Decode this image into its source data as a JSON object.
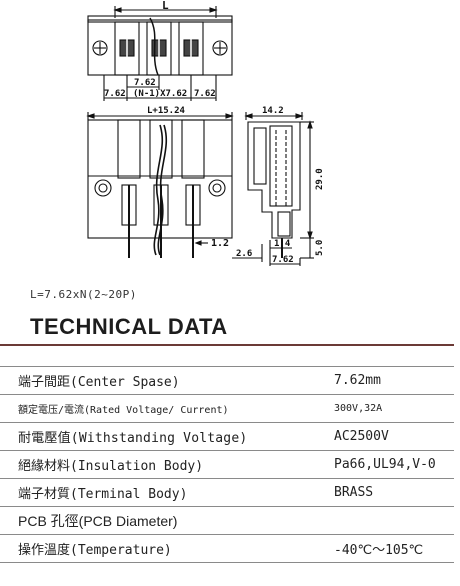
{
  "drawing": {
    "top_view": {
      "width_label": "L",
      "pitch_label": "7.62",
      "span_label": "(N-1)X7.62",
      "left_edge_label": "7.62",
      "right_edge_label": "7.62"
    },
    "front_view": {
      "width_label": "L+15.24",
      "pin_width_label": "1.2"
    },
    "side_view": {
      "depth_label": "14.2",
      "height_label": "29.0",
      "pin_length_label": "5.0",
      "pin_offset_label": "2.6",
      "pin_spacing_label": "1.4",
      "base_label": "7.62"
    }
  },
  "length_note": "L=7.62xN(2~20P)",
  "title": "TECHNICAL DATA",
  "specs": [
    {
      "label": "端子間距(Center Spase)",
      "value": "7.62mm"
    },
    {
      "label": "額定電压/電流(Rated Voltage/ Current)",
      "value": "300V,32A"
    },
    {
      "label": "耐電壓值(Withstanding Voltage)",
      "value": "AC2500V"
    },
    {
      "label": "絕緣材料(Insulation Body)",
      "value": "Pa66,UL94,V-0"
    },
    {
      "label": "端子材質(Terminal Body)",
      "value": "BRASS"
    },
    {
      "label": "PCB 孔徑(PCB Diameter)",
      "value": ""
    },
    {
      "label": "操作溫度(Temperature)",
      "value": "-40℃～105℃"
    }
  ]
}
